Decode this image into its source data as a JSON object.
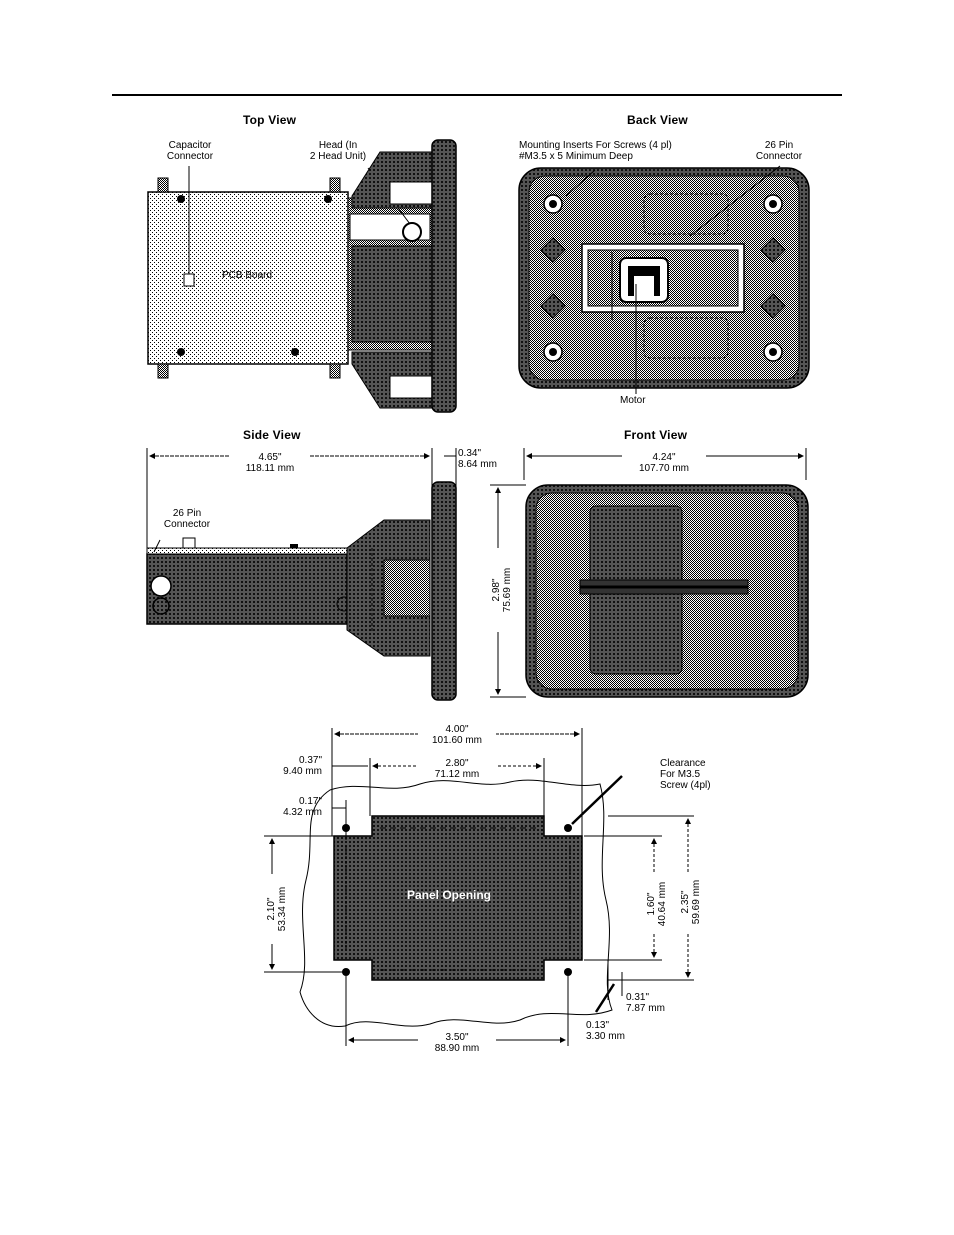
{
  "titles": {
    "top": "Top View",
    "back": "Back View",
    "side": "Side View",
    "front": "Front View"
  },
  "top_view": {
    "capacitor_connector": [
      "Capacitor",
      "Connector"
    ],
    "head": [
      "Head (In",
      "2 Head Unit)"
    ],
    "pcb_board": "PCB Board"
  },
  "back_view": {
    "mounting_inserts": [
      "Mounting Inserts For Screws (4 pl)",
      "#M3.5 x 5 Minimum Deep"
    ],
    "pin_connector": [
      "26 Pin",
      "Connector"
    ],
    "motor": "Motor"
  },
  "side_view": {
    "length_in": "4.65\"",
    "length_mm": "118.11 mm",
    "flange_in": "0.34\"",
    "flange_mm": "8.64 mm",
    "pin_connector": [
      "26 Pin",
      "Connector"
    ]
  },
  "front_view": {
    "width_in": "4.24\"",
    "width_mm": "107.70 mm",
    "height_in": "2.98\"",
    "height_mm": "75.69 mm"
  },
  "panel": {
    "label": "Panel Opening",
    "top_width_in": "4.00\"",
    "top_width_mm": "101.60 mm",
    "inner_width_in": "2.80\"",
    "inner_width_mm": "71.12 mm",
    "left_offset_in": "0.37\"",
    "left_offset_mm": "9.40 mm",
    "small_offset_in": "0.17\"",
    "small_offset_mm": "4.32 mm",
    "clearance": [
      "Clearance",
      "For M3.5",
      "Screw (4pl)"
    ],
    "left_height_in": "2.10\"",
    "left_height_mm": "53.34 mm",
    "inner_height_in": "1.60\"",
    "inner_height_mm": "40.64 mm",
    "right_height_in": "2.35\"",
    "right_height_mm": "59.69 mm",
    "bottom_offset_in": "0.31\"",
    "bottom_offset_mm": "7.87 mm",
    "bottom_small_in": "0.13\"",
    "bottom_small_mm": "3.30 mm",
    "bottom_width_in": "3.50\"",
    "bottom_width_mm": "88.90 mm"
  }
}
